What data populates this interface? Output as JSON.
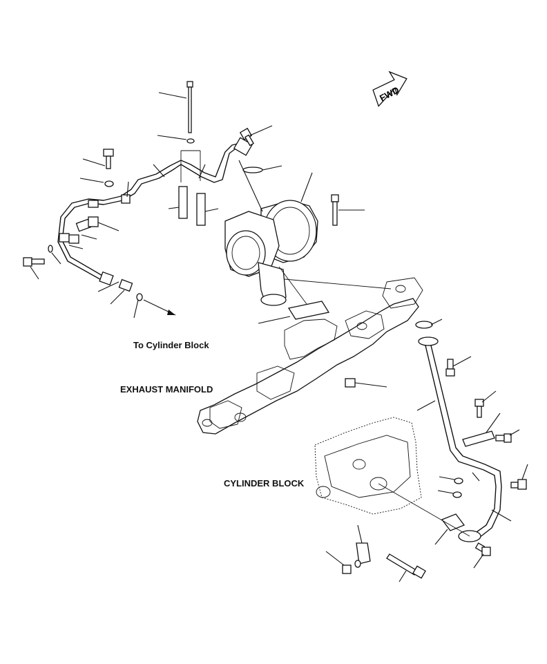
{
  "labels": {
    "to_cylinder_block": "To Cylinder Block",
    "exhaust_manifold": "EXHAUST MANIFOLD",
    "cylinder_block": "CYLINDER BLOCK",
    "fwd": "FWD"
  },
  "icons": [
    "fwd-arrow-icon",
    "direction-arrow-icon"
  ]
}
